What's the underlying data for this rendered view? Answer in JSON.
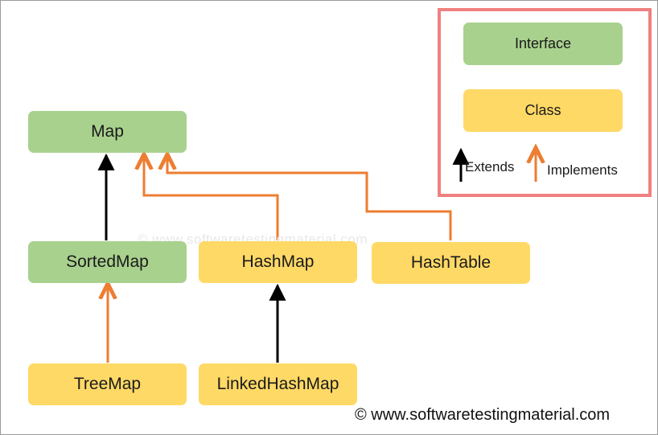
{
  "nodes": {
    "map": {
      "label": "Map",
      "kind": "interface"
    },
    "sorted_map": {
      "label": "SortedMap",
      "kind": "interface"
    },
    "hash_map": {
      "label": "HashMap",
      "kind": "class"
    },
    "hash_table": {
      "label": "HashTable",
      "kind": "class"
    },
    "tree_map": {
      "label": "TreeMap",
      "kind": "class"
    },
    "linked_hash_map": {
      "label": "LinkedHashMap",
      "kind": "class"
    }
  },
  "edges": [
    {
      "from": "SortedMap",
      "to": "Map",
      "relation": "Extends"
    },
    {
      "from": "HashMap",
      "to": "Map",
      "relation": "Implements"
    },
    {
      "from": "HashTable",
      "to": "Map",
      "relation": "Implements"
    },
    {
      "from": "TreeMap",
      "to": "SortedMap",
      "relation": "Implements"
    },
    {
      "from": "LinkedHashMap",
      "to": "HashMap",
      "relation": "Extends"
    }
  ],
  "legend": {
    "interface_label": "Interface",
    "class_label": "Class",
    "extends_label": "Extends",
    "implements_label": "Implements"
  },
  "colors": {
    "interface": "#a9d18e",
    "class": "#ffd966",
    "extends_arrow": "#000000",
    "implements_arrow": "#ed7d31",
    "legend_border": "#f08080"
  },
  "watermark": "© www.softwaretestingmaterial.com",
  "copyright": "© www.softwaretestingmaterial.com"
}
